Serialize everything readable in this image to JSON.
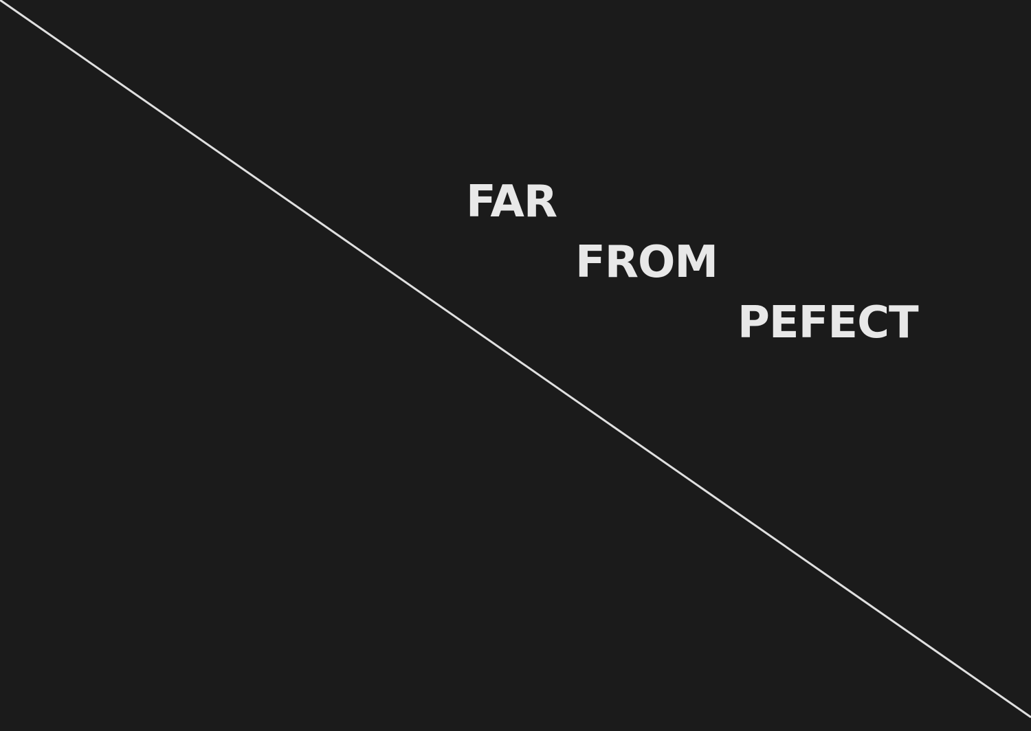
{
  "colors": {
    "background": "#1b1b1b",
    "text": "#e8e8e8",
    "line": "#e0e0e0"
  },
  "text": {
    "line1": "FAR",
    "line2": "FROM",
    "line3": "PEFECT"
  }
}
